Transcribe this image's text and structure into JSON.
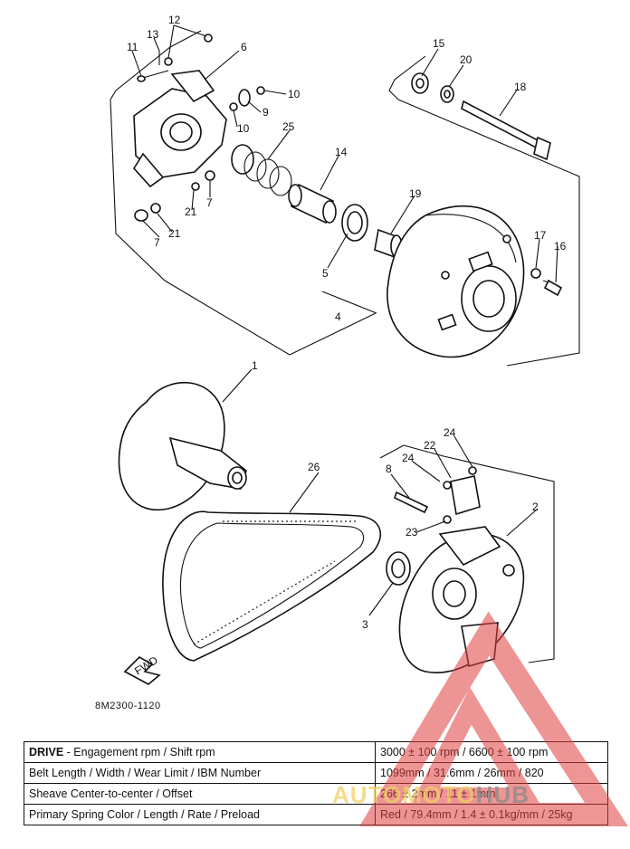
{
  "callouts": {
    "c1": "1",
    "c2": "2",
    "c3": "3",
    "c4": "4",
    "c5": "5",
    "c6": "6",
    "c7a": "7",
    "c7b": "7",
    "c8": "8",
    "c9": "9",
    "c10a": "10",
    "c10b": "10",
    "c11": "11",
    "c12": "12",
    "c13": "13",
    "c14": "14",
    "c15": "15",
    "c16": "16",
    "c17": "17",
    "c18": "18",
    "c19": "19",
    "c20": "20",
    "c21a": "21",
    "c21b": "21",
    "c22": "22",
    "c23": "23",
    "c24a": "24",
    "c24b": "24",
    "c25": "25",
    "c26": "26"
  },
  "diagram_code": "8M2300-1120",
  "fwd_label": "FWD",
  "spec_table": {
    "rows": [
      {
        "label_bold": "DRIVE",
        "label": " - Engagement rpm / Shift rpm",
        "value": "3000 ± 100 rpm / 6600 ± 100 rpm"
      },
      {
        "label_bold": "",
        "label": "Belt Length / Width / Wear Limit / IBM Number",
        "value": "1099mm / 31.6mm / 26mm / 820"
      },
      {
        "label_bold": "",
        "label": "Sheave Center-to-center / Offset",
        "value": "266 ± 2mm / 11 ± 1mm"
      },
      {
        "label_bold": "",
        "label": "Primary Spring Color / Length / Rate / Preload",
        "value": "Red / 79.4mm / 1.4 ± 0.1kg/mm / 25kg"
      }
    ]
  },
  "watermark": {
    "text": "AUTOMOTO",
    "text_hub": "HUB",
    "color": "#e04040"
  }
}
